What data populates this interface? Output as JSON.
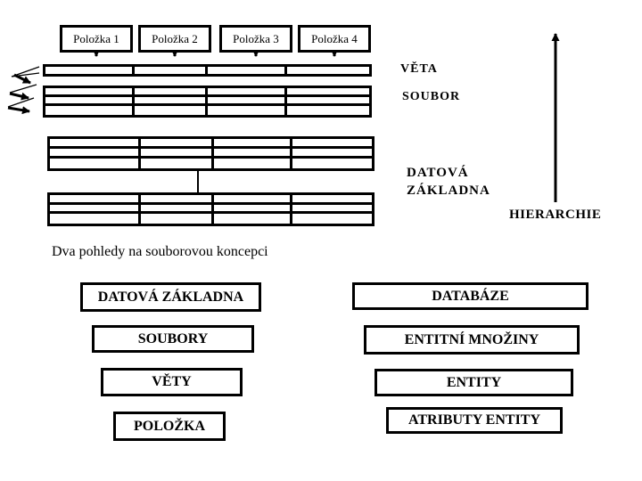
{
  "diagram": {
    "items": [
      "Položka 1",
      "Položka 2",
      "Položka 3",
      "Položka 4"
    ],
    "labels": {
      "veta": "VĚTA",
      "soubor": "SOUBOR",
      "datova_line1": "DATOVÁ",
      "datova_line2": "ZÁKLADNA",
      "hierarchie": "HIERARCHIE"
    },
    "caption": "Dva pohledy na souborovou koncepci",
    "comparison": {
      "left": [
        "DATOVÁ ZÁKLADNA",
        "SOUBORY",
        "VĚTY",
        "POLOŽKA"
      ],
      "right": [
        "DATABÁZE",
        "ENTITNÍ MNOŽINY",
        "ENTITY",
        "ATRIBUTY ENTITY"
      ]
    },
    "colors": {
      "ink": "#000000",
      "background": "#ffffff"
    }
  }
}
